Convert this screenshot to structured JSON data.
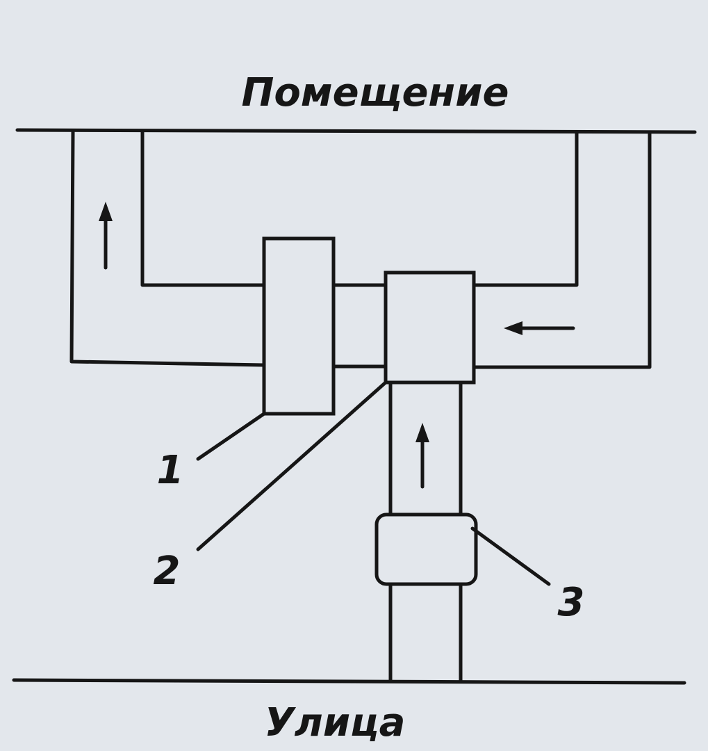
{
  "diagram": {
    "title_top": "Помещение",
    "title_bottom": "Улица",
    "labels": [
      "1",
      "2",
      "3"
    ],
    "colors": {
      "background": "#e3e7ec",
      "ink": "#161616"
    }
  }
}
